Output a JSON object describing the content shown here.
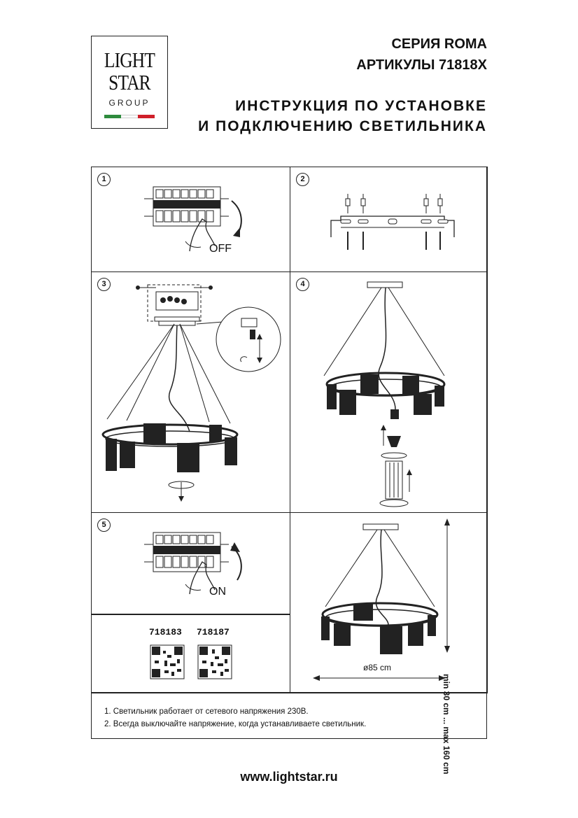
{
  "logo": {
    "line1": "LIGHT",
    "line2": "STAR",
    "group": "GROUP",
    "flag_colors": [
      "#2e8b3d",
      "#ffffff",
      "#d0202a"
    ]
  },
  "header": {
    "series": "СЕРИЯ ROMA",
    "articles": "АРТИКУЛЫ 71818X",
    "title_line1": "ИНСТРУКЦИЯ ПО УСТАНОВКЕ",
    "title_line2": "И ПОДКЛЮЧЕНИЮ СВЕТИЛЬНИКА"
  },
  "steps": {
    "s1": {
      "num": "1",
      "label": "OFF",
      "icon": "breaker-off-icon"
    },
    "s2": {
      "num": "2",
      "icon": "mounting-bracket-icon"
    },
    "s3": {
      "num": "3",
      "icon": "wiring-connection-icon"
    },
    "s4": {
      "num": "4",
      "icon": "bulb-install-icon"
    },
    "s5": {
      "num": "5",
      "label": "ON",
      "icon": "breaker-on-icon"
    }
  },
  "articles": {
    "code1": "718183",
    "code2": "718187",
    "qr_icon": "qr-code-icon"
  },
  "dimensions": {
    "height": "min 30 cm ... max 160 cm",
    "diameter": "ø85 cm"
  },
  "notes": {
    "note1": "1. Светильник работает от сетевого напряжения 230В.",
    "note2": "2. Всегда выключайте напряжение, когда устанавливаете светильник."
  },
  "footer": {
    "url": "www.lightstar.ru"
  }
}
